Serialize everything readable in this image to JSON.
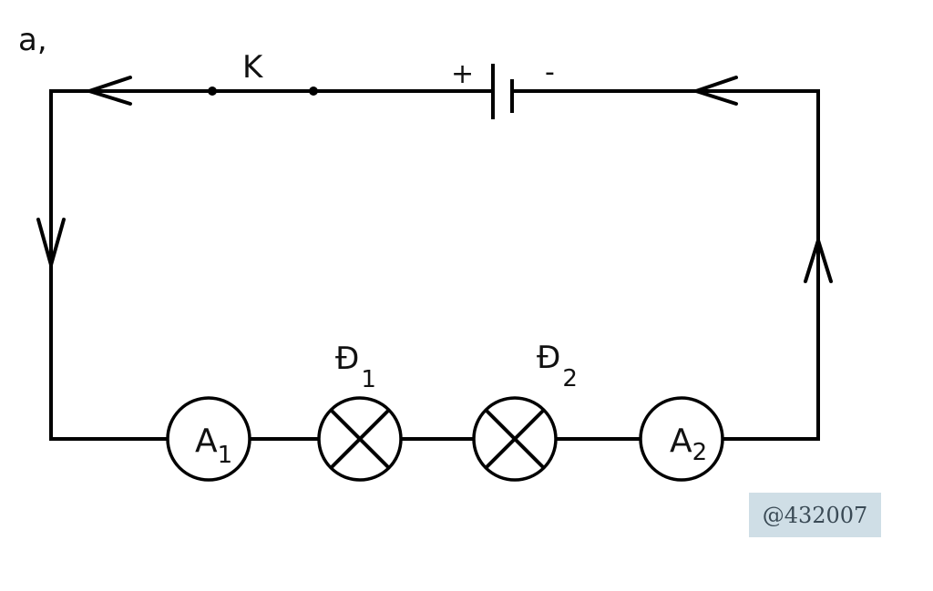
{
  "part_label": "a,",
  "switch": {
    "label": "K"
  },
  "battery": {
    "plus": "+",
    "minus": "-"
  },
  "ammeters": [
    {
      "letter": "A",
      "index": "1"
    },
    {
      "letter": "A",
      "index": "2"
    }
  ],
  "bulbs": [
    {
      "letter": "Đ",
      "index": "1"
    },
    {
      "letter": "Đ",
      "index": "2"
    }
  ],
  "watermark": "@432007"
}
